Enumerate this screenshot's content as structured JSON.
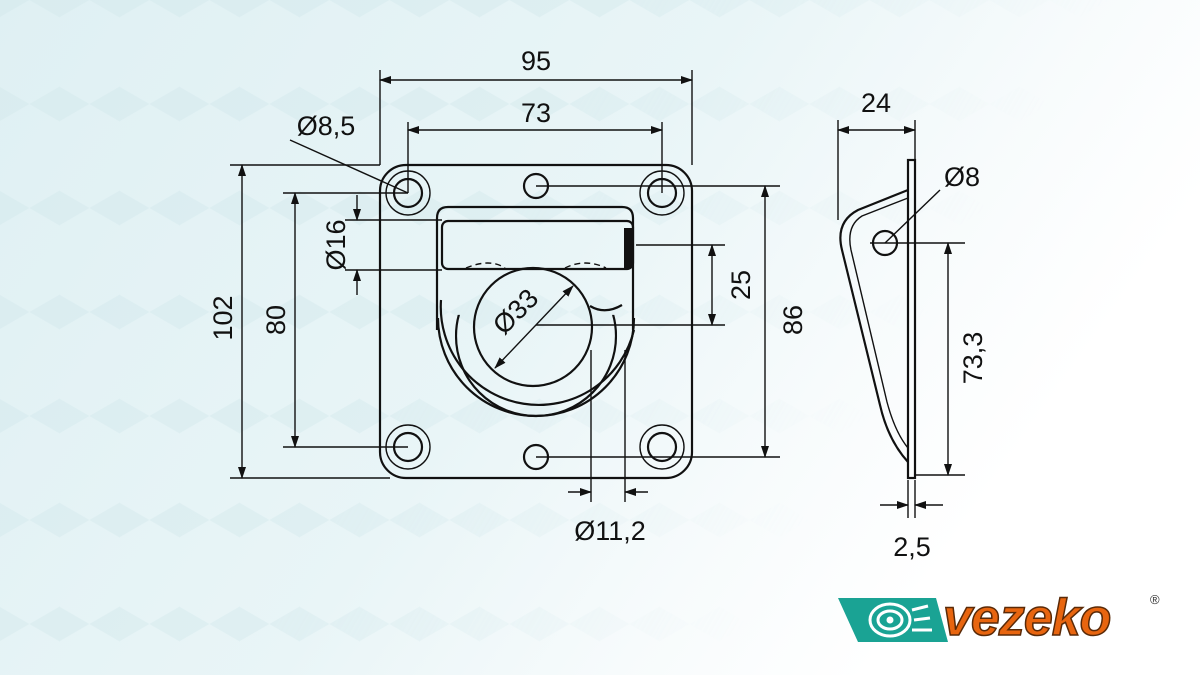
{
  "dimensions": {
    "width_overall": "95",
    "hole_spacing_x": "73",
    "mount_hole_dia": "Ø8,5",
    "height_overall": "102",
    "hole_spacing_y": "80",
    "ring_wire_dia": "Ø16",
    "ring_inner_dia": "Ø33",
    "offset_25": "25",
    "small_hole_spacing": "86",
    "slot_width": "Ø11,2",
    "depth": "24",
    "side_hole_dia": "Ø8",
    "side_height": "73,3",
    "thickness": "2,5"
  },
  "logo": {
    "brand": "vezeko",
    "registered": "®",
    "brand_color": "#e8650f",
    "emblem_color": "#1aa394"
  }
}
